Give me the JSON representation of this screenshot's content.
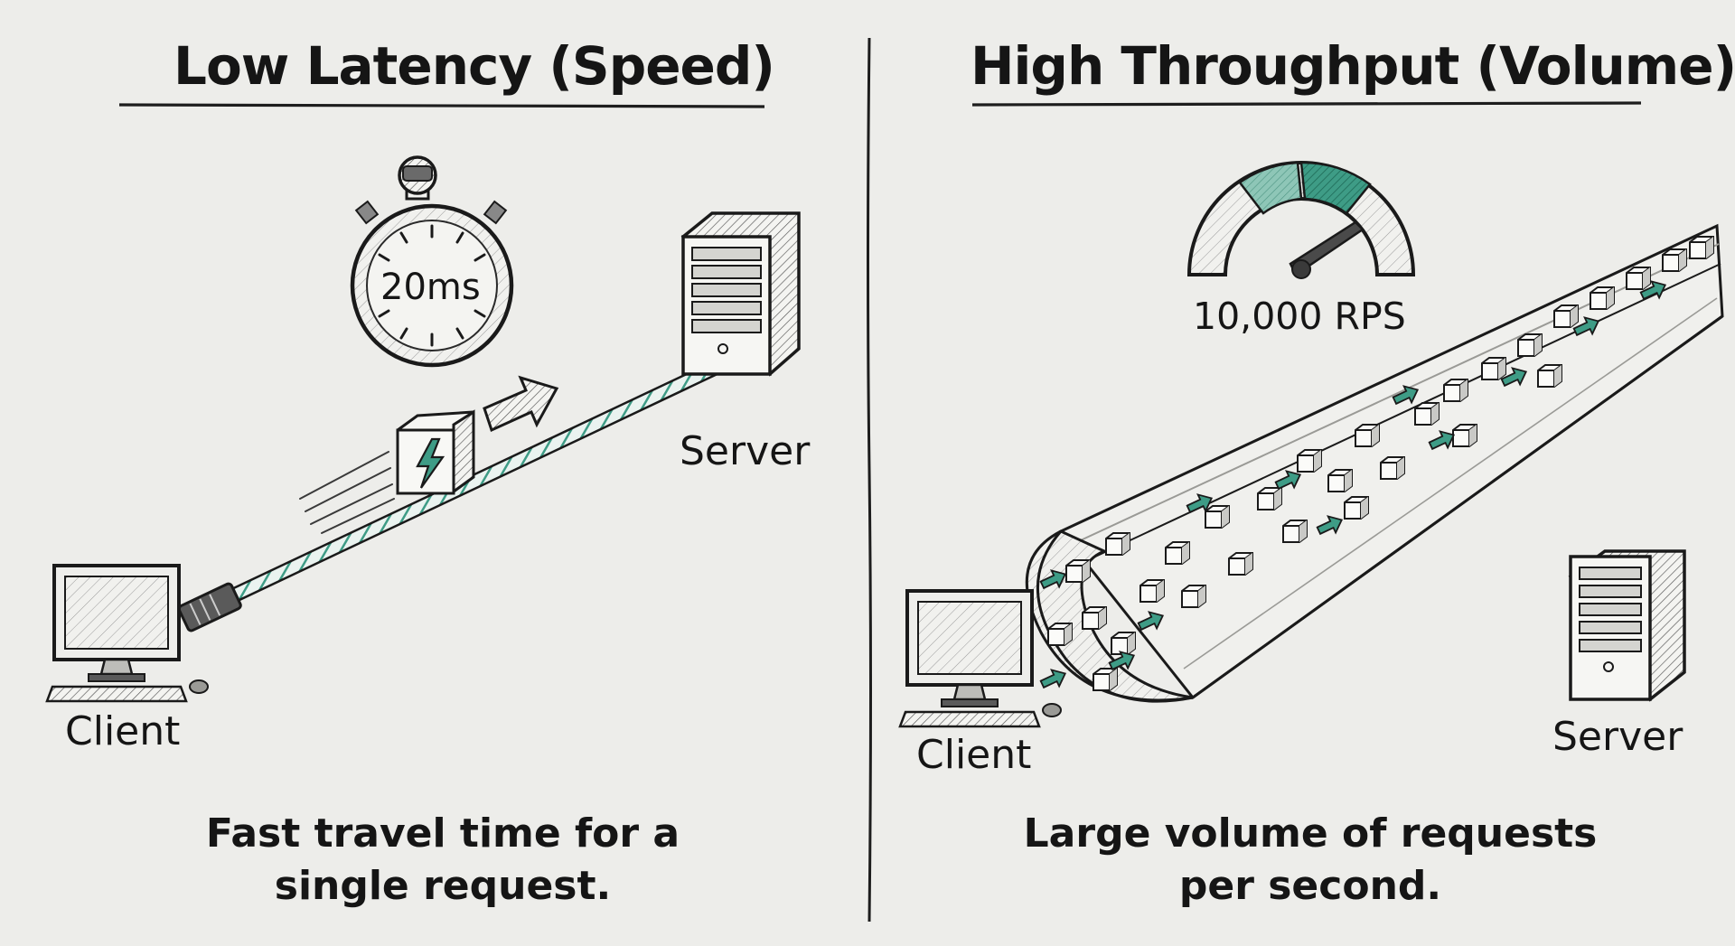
{
  "left_panel": {
    "title": "Low Latency (Speed)",
    "timer_label": "20ms",
    "client_label": "Client",
    "server_label": "Server",
    "caption_line1": "Fast travel time for a",
    "caption_line2": "single request."
  },
  "right_panel": {
    "title": "High Throughput (Volume)",
    "gauge_label": "10,000 RPS",
    "client_label": "Client",
    "server_label": "Server",
    "caption_line1": "Large volume of requests",
    "caption_line2": "per second."
  },
  "colors": {
    "accent": "#3e9c86",
    "ink": "#151515",
    "background": "#ededea"
  }
}
